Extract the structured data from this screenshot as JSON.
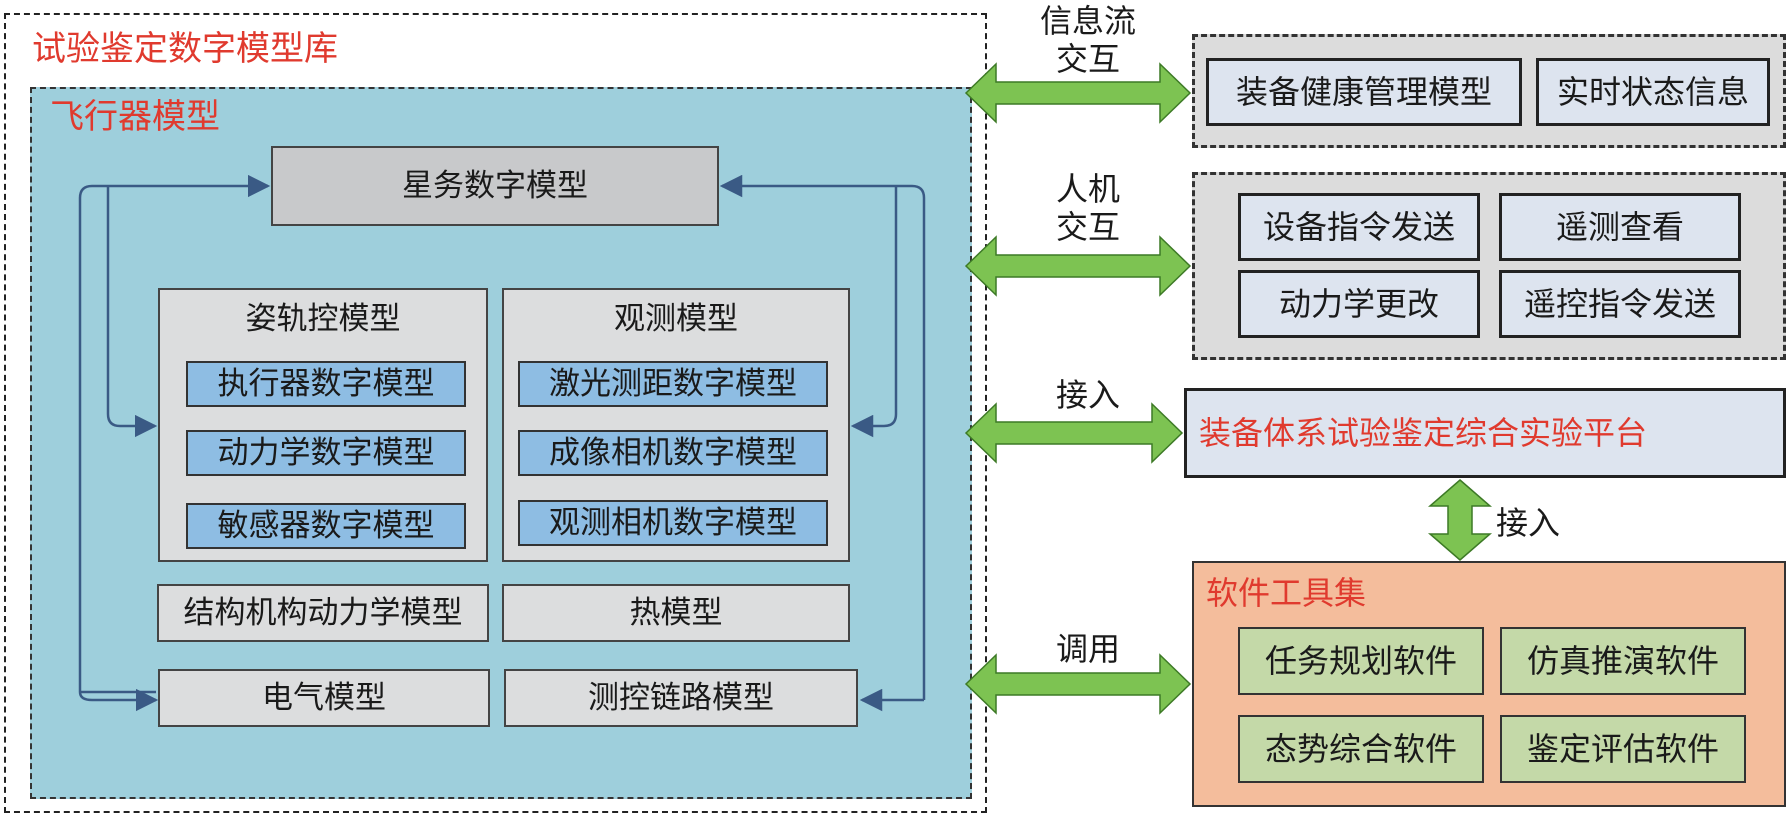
{
  "library": {
    "title": "试验鉴定数字模型库",
    "aircraft": {
      "title": "飞行器模型",
      "star_mission": "星务数字模型",
      "attitude_group": {
        "title": "姿轨控模型",
        "items": [
          "执行器数字模型",
          "动力学数字模型",
          "敏感器数字模型"
        ]
      },
      "observation_group": {
        "title": "观测模型",
        "items": [
          "激光测距数字模型",
          "成像相机数字模型",
          "观测相机数字模型"
        ]
      },
      "structure": "结构机构动力学模型",
      "thermal": "热模型",
      "electrical": "电气模型",
      "ttc_link": "测控链路模型"
    }
  },
  "connectors": {
    "info_flow": [
      "信息流",
      "交互"
    ],
    "hmi": [
      "人机",
      "交互"
    ],
    "access": "接入",
    "access_vertical": "接入",
    "invoke": "调用"
  },
  "right": {
    "health": {
      "items": [
        "装备健康管理模型",
        "实时状态信息"
      ]
    },
    "interaction": {
      "items": [
        "设备指令发送",
        "遥测查看",
        "动力学更改",
        "遥控指令发送"
      ]
    },
    "platform": "装备体系试验鉴定综合实验平台",
    "tools": {
      "title": "软件工具集",
      "items": [
        "任务规划软件",
        "仿真推演软件",
        "态势综合软件",
        "鉴定评估软件"
      ]
    }
  },
  "colors": {
    "title_red": "#e03a2e",
    "arrow_green": "#7dc352",
    "panel_blue": "#9ecfdc",
    "model_blue": "#8ebde3",
    "tool_orange": "#f4bd9c",
    "tool_green": "#c4d9a8",
    "line_blue": "#3a5a85"
  }
}
